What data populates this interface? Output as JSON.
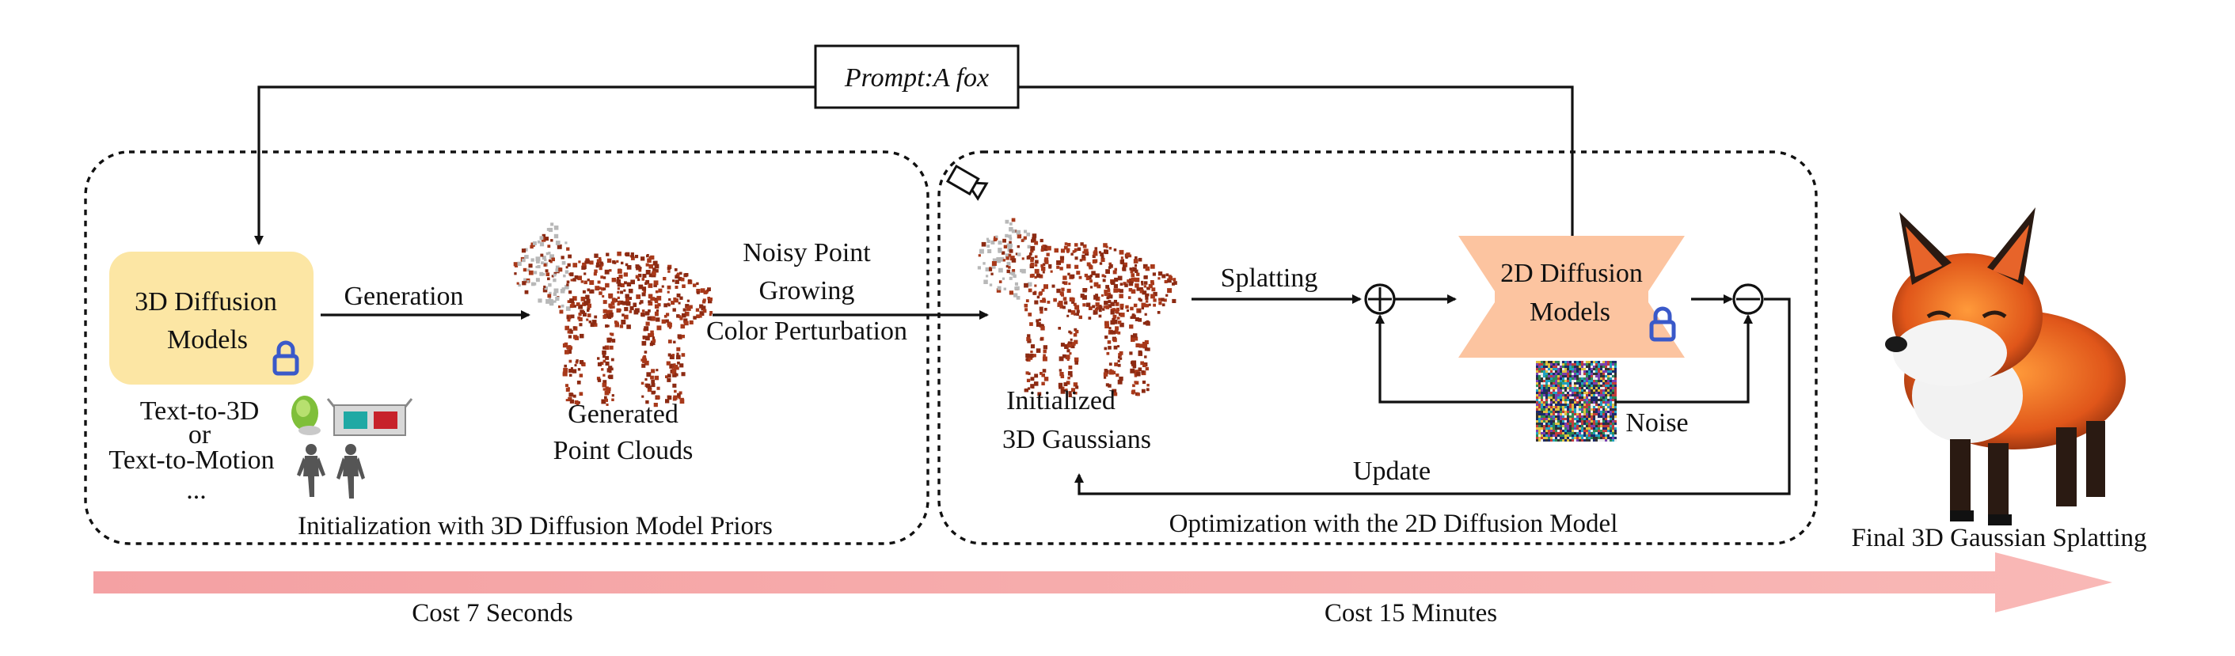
{
  "prompt": "Prompt:A fox",
  "colors": {
    "diffusion3d_fill": "#fce6a4",
    "diffusion2d_fill": "#fcc4a0",
    "lock": "#3a59c9",
    "timeline": "#f7a9a8",
    "points_dark": "#8c2a12",
    "points_gray": "#b8b8b8"
  },
  "stage1": {
    "diffusion3d_line1": "3D Diffusion",
    "diffusion3d_line2": "Models",
    "gen_label": "Generation",
    "sources_line1": "Text-to-3D",
    "sources_line2": "or",
    "sources_line3": "Text-to-Motion",
    "sources_line4": "...",
    "pc_line1": "Generated",
    "pc_line2": "Point Clouds",
    "caption": "Initialization with 3D Diffusion Model Priors"
  },
  "transfer": {
    "line1": "Noisy Point",
    "line2": "Growing",
    "line3": "Color Perturbation"
  },
  "stage2": {
    "init_line1": "Initialized",
    "init_line2": "3D Gaussians",
    "splatting": "Splatting",
    "diffusion2d_line1": "2D Diffusion",
    "diffusion2d_line2": "Models",
    "noise": "Noise",
    "update": "Update",
    "caption": "Optimization with the 2D Diffusion Model"
  },
  "final_label": "Final 3D Gaussian Splatting",
  "timeline": {
    "cost1": "Cost 7 Seconds",
    "cost2": "Cost 15 Minutes"
  },
  "icons": [
    "lock-icon",
    "camera-icon",
    "sum-icon",
    "minus-icon",
    "noise-icon",
    "shoe-icon",
    "glasses-icon",
    "human-figures-icon",
    "fox-point-cloud",
    "fox-render"
  ]
}
